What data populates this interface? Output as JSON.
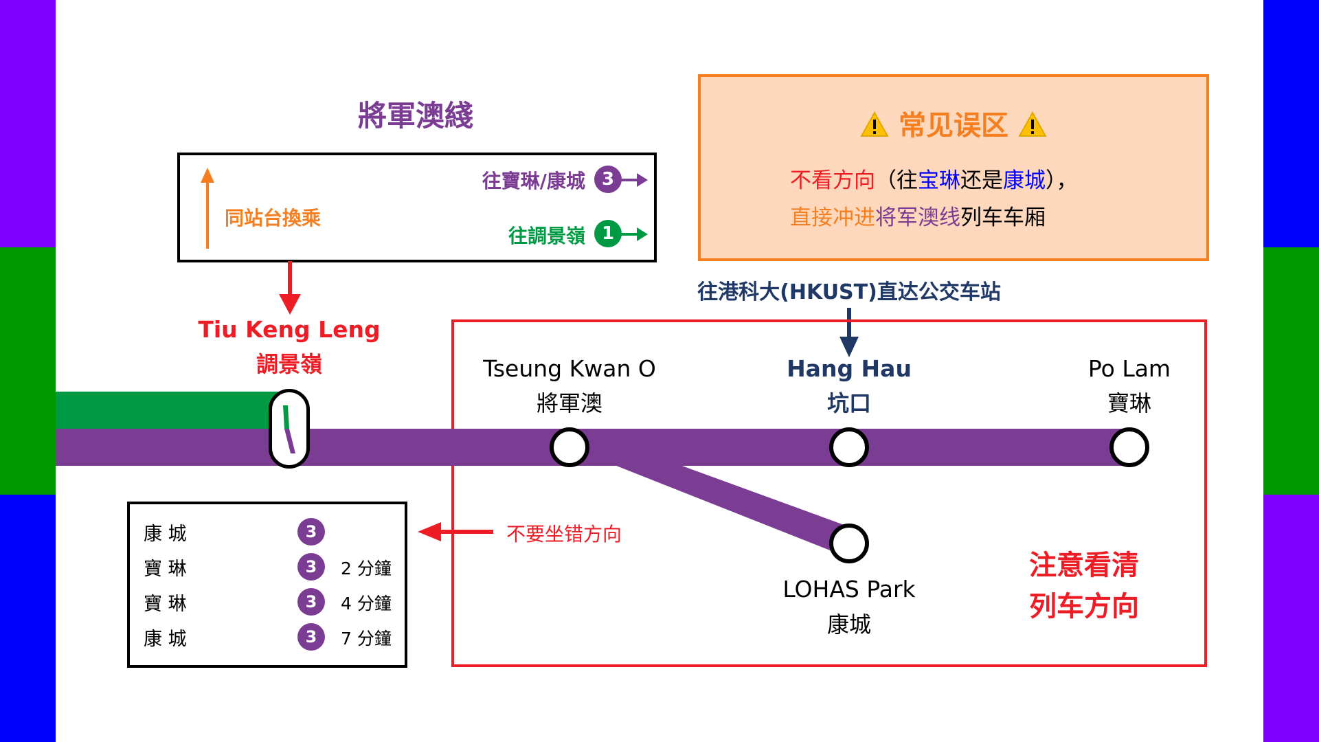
{
  "line_title": "將軍澳綫",
  "platform_box": {
    "transfer_label": "同站台換乘",
    "route_purple": {
      "label": "往寶琳/康城",
      "number": "3"
    },
    "route_green": {
      "label": "往調景嶺",
      "number": "1"
    }
  },
  "warning": {
    "title": "常见误区",
    "line1_parts": [
      "不看方向",
      "（往",
      "宝琳",
      "还是",
      "康城",
      "），"
    ],
    "line2_parts": [
      "直接冲进",
      "将军澳线",
      "列车车厢"
    ]
  },
  "bus_note": "往港科大(HKUST)直达公交车站",
  "stations": {
    "tiu_keng_leng": {
      "en": "Tiu Keng Leng",
      "zh": "調景嶺"
    },
    "tseung_kwan_o": {
      "en": "Tseung Kwan O",
      "zh": "將軍澳"
    },
    "hang_hau": {
      "en": "Hang Hau",
      "zh": "坑口"
    },
    "po_lam": {
      "en": "Po Lam",
      "zh": "寶琳"
    },
    "lohas_park": {
      "en": "LOHAS Park",
      "zh": "康城"
    }
  },
  "departures": [
    {
      "dest": "康 城",
      "line": "3",
      "time": ""
    },
    {
      "dest": "寶 琳",
      "line": "3",
      "time": "2 分鐘"
    },
    {
      "dest": "寶 琳",
      "line": "3",
      "time": "4 分鐘"
    },
    {
      "dest": "康 城",
      "line": "3",
      "time": "7 分鐘"
    }
  ],
  "wrong_direction_note": "不要坐错方向",
  "attention_note": {
    "line1": "注意看清",
    "line2": "列车方向"
  },
  "colors": {
    "tko_line": "#7b3c93",
    "kt_line": "#009a44",
    "alert_red": "#ee1c25",
    "orange": "#f57f20",
    "navy": "#1f3866",
    "blue": "#0000ff",
    "side_purple": "#7f00ff",
    "side_green": "#009900",
    "side_blue": "#0000ff"
  }
}
